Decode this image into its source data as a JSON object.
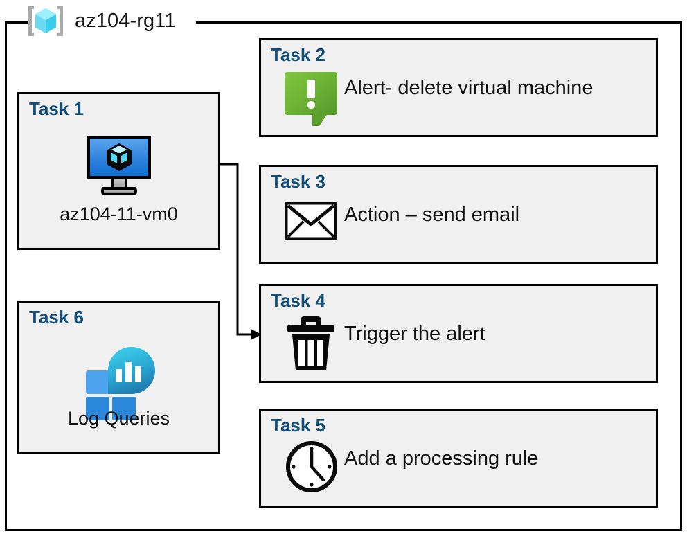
{
  "resource_group": {
    "name": "az104-rg11",
    "icon": "resource-group-cube-icon"
  },
  "colors": {
    "task_label": "#104D78",
    "card_background": "#f0f0f0",
    "card_border": "#000000",
    "alert_green": "#6fb536",
    "vm_blue": "#2f83dd",
    "log_analytics_teal": "#33c7e0"
  },
  "cards": {
    "task1": {
      "title": "Task 1",
      "label": "az104-11-vm0",
      "icon": "virtual-machine-icon"
    },
    "task2": {
      "title": "Task 2",
      "label": "Alert- delete virtual machine",
      "icon": "alert-bubble-icon"
    },
    "task3": {
      "title": "Task 3",
      "label": "Action – send email",
      "icon": "envelope-icon"
    },
    "task4": {
      "title": "Task 4",
      "label": "Trigger the alert",
      "icon": "trash-icon"
    },
    "task5": {
      "title": "Task 5",
      "label": "Add a processing rule",
      "icon": "clock-icon"
    },
    "task6": {
      "title": "Task 6",
      "label": "Log Queries",
      "icon": "log-analytics-icon"
    }
  },
  "connector": {
    "from": "task1-vm-icon",
    "to": "task4-card",
    "style": "elbow-arrow"
  }
}
